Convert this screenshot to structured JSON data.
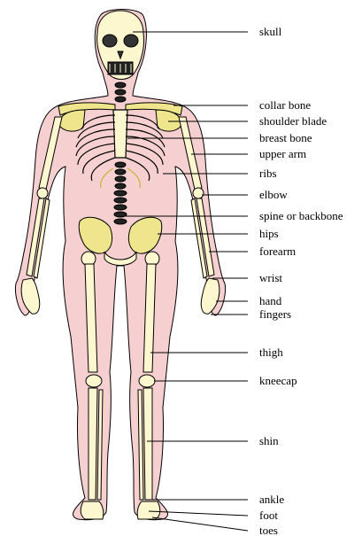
{
  "colors": {
    "body_outline": "#f6d0d0",
    "bone": "#fdf7cf",
    "bone_shade": "#efe58c",
    "outline": "#000000",
    "leader_line": "#000000"
  },
  "labels": {
    "skull": "skull",
    "collar_bone": "collar bone",
    "shoulder_blade": "shoulder blade",
    "breast_bone": "breast bone",
    "upper_arm": "upper arm",
    "ribs": "ribs",
    "elbow": "elbow",
    "spine": "spine or backbone",
    "hips": "hips",
    "forearm": "forearm",
    "wrist": "wrist",
    "hand": "hand",
    "fingers": "fingers",
    "thigh": "thigh",
    "kneecap": "kneecap",
    "shin": "shin",
    "ankle": "ankle",
    "foot": "foot",
    "toes": "toes"
  }
}
